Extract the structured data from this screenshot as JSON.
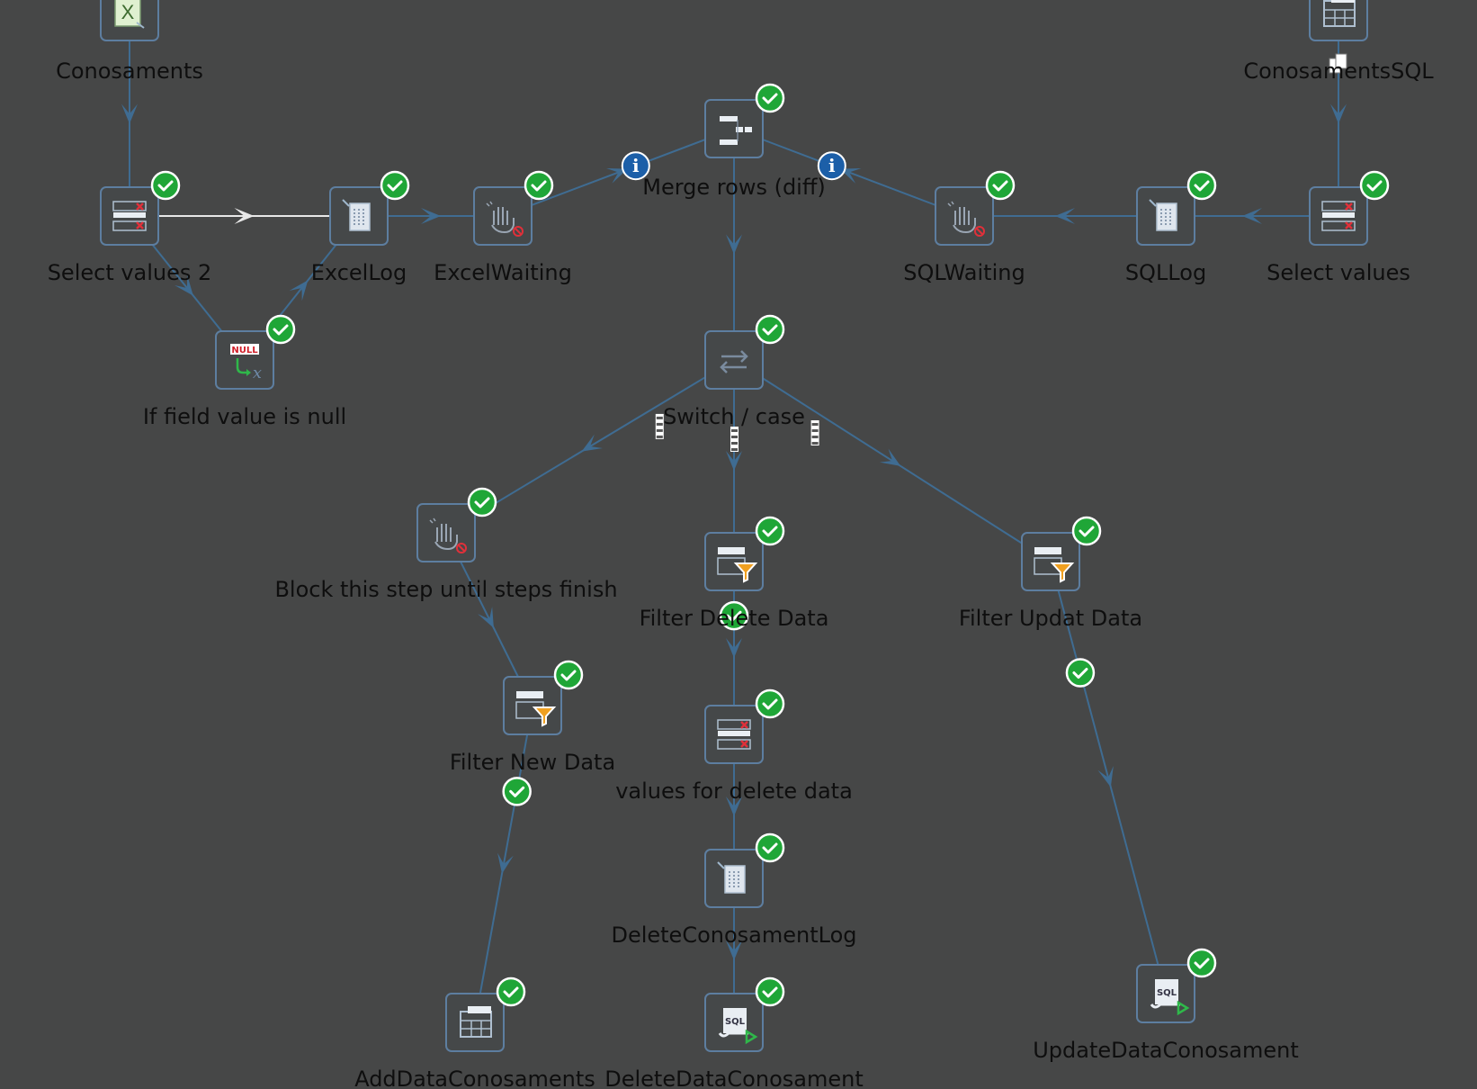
{
  "colors": {
    "background": "#464747",
    "hop": "#3f6c92",
    "hop_disabled": "#e8e8e8",
    "icon_border": "#5d7ea0",
    "ok_badge": "#1fa637",
    "info_badge": "#1c5fa8",
    "label": "#0e0e0e"
  },
  "steps": [
    {
      "id": "conosaments",
      "label": "Conosaments",
      "icon": "excel-input-icon",
      "status": "none"
    },
    {
      "id": "conosamentssql",
      "label": "ConosamentsSQL",
      "icon": "table-input-icon",
      "status": "none"
    },
    {
      "id": "select-values-2",
      "label": "Select values 2",
      "icon": "select-values-icon",
      "status": "ok"
    },
    {
      "id": "excellog",
      "label": "ExcelLog",
      "icon": "log-icon",
      "status": "ok"
    },
    {
      "id": "excelwaiting",
      "label": "ExcelWaiting",
      "icon": "blocking-step-icon",
      "status": "ok"
    },
    {
      "id": "merge-rows",
      "label": "Merge rows (diff)",
      "icon": "merge-rows-icon",
      "status": "ok"
    },
    {
      "id": "sqlwaiting",
      "label": "SQLWaiting",
      "icon": "blocking-step-icon",
      "status": "ok"
    },
    {
      "id": "sqllog",
      "label": "SQLLog",
      "icon": "log-icon",
      "status": "ok"
    },
    {
      "id": "select-values",
      "label": "Select values",
      "icon": "select-values-icon",
      "status": "ok"
    },
    {
      "id": "if-null",
      "label": "If field value is null",
      "icon": "if-null-icon",
      "status": "ok"
    },
    {
      "id": "switch-case",
      "label": "Switch / case",
      "icon": "switch-case-icon",
      "status": "ok"
    },
    {
      "id": "block-step",
      "label": "Block this step until steps finish",
      "icon": "blocking-step-icon",
      "status": "ok"
    },
    {
      "id": "filter-delete",
      "label": "Filter Delete Data",
      "icon": "filter-rows-icon",
      "status": "ok"
    },
    {
      "id": "filter-update",
      "label": "Filter Updat Data",
      "icon": "filter-rows-icon",
      "status": "ok"
    },
    {
      "id": "filter-new",
      "label": "Filter New Data",
      "icon": "filter-rows-icon",
      "status": "ok"
    },
    {
      "id": "values-delete",
      "label": "values for delete data",
      "icon": "select-values-icon",
      "status": "ok"
    },
    {
      "id": "delete-log",
      "label": "DeleteConosamentLog",
      "icon": "log-icon",
      "status": "ok"
    },
    {
      "id": "add-data",
      "label": "AddDataConosaments",
      "icon": "table-output-icon",
      "status": "ok"
    },
    {
      "id": "delete-data",
      "label": "DeleteDataConosament",
      "icon": "execute-sql-icon",
      "status": "ok"
    },
    {
      "id": "update-data",
      "label": "UpdateDataConosament",
      "icon": "execute-sql-icon",
      "status": "ok"
    }
  ],
  "hops": [
    {
      "from": "conosaments",
      "to": "select-values-2",
      "type": "normal"
    },
    {
      "from": "select-values-2",
      "to": "excellog",
      "type": "disabled"
    },
    {
      "from": "select-values-2",
      "to": "if-null",
      "type": "normal"
    },
    {
      "from": "if-null",
      "to": "excellog",
      "type": "normal"
    },
    {
      "from": "excellog",
      "to": "excelwaiting",
      "type": "normal"
    },
    {
      "from": "excelwaiting",
      "to": "merge-rows",
      "type": "info"
    },
    {
      "from": "conosamentssql",
      "to": "select-values",
      "type": "copy"
    },
    {
      "from": "select-values",
      "to": "sqllog",
      "type": "normal"
    },
    {
      "from": "sqllog",
      "to": "sqlwaiting",
      "type": "normal"
    },
    {
      "from": "sqlwaiting",
      "to": "merge-rows",
      "type": "info"
    },
    {
      "from": "merge-rows",
      "to": "switch-case",
      "type": "normal"
    },
    {
      "from": "switch-case",
      "to": "block-step",
      "type": "case"
    },
    {
      "from": "switch-case",
      "to": "filter-delete",
      "type": "case"
    },
    {
      "from": "switch-case",
      "to": "filter-update",
      "type": "case"
    },
    {
      "from": "block-step",
      "to": "filter-new",
      "type": "normal"
    },
    {
      "from": "filter-new",
      "to": "add-data",
      "type": "ok"
    },
    {
      "from": "filter-delete",
      "to": "values-delete",
      "type": "ok"
    },
    {
      "from": "values-delete",
      "to": "delete-log",
      "type": "normal"
    },
    {
      "from": "delete-log",
      "to": "delete-data",
      "type": "normal"
    },
    {
      "from": "filter-update",
      "to": "update-data",
      "type": "ok"
    }
  ]
}
